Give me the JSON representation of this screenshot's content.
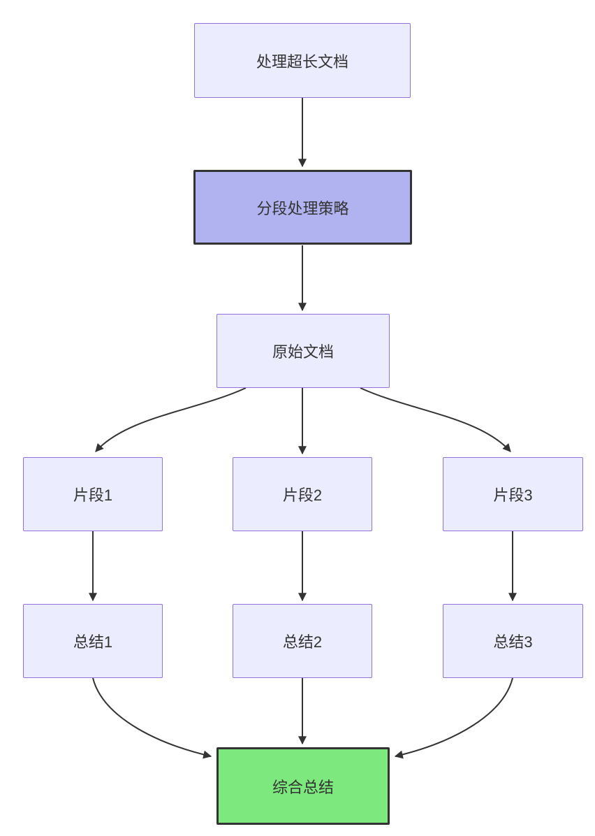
{
  "diagram": {
    "title": "long-document-processing-flowchart",
    "nodes": {
      "process_long_doc": {
        "label": "处理超长文档"
      },
      "segmentation_strategy": {
        "label": "分段处理策略"
      },
      "original_doc": {
        "label": "原始文档"
      },
      "fragment1": {
        "label": "片段1"
      },
      "fragment2": {
        "label": "片段2"
      },
      "fragment3": {
        "label": "片段3"
      },
      "summary1": {
        "label": "总结1"
      },
      "summary2": {
        "label": "总结2"
      },
      "summary3": {
        "label": "总结3"
      },
      "final_summary": {
        "label": "综合总结"
      }
    },
    "edges": [
      {
        "from": "process_long_doc",
        "to": "segmentation_strategy"
      },
      {
        "from": "segmentation_strategy",
        "to": "original_doc"
      },
      {
        "from": "original_doc",
        "to": "fragment1"
      },
      {
        "from": "original_doc",
        "to": "fragment2"
      },
      {
        "from": "original_doc",
        "to": "fragment3"
      },
      {
        "from": "fragment1",
        "to": "summary1"
      },
      {
        "from": "fragment2",
        "to": "summary2"
      },
      {
        "from": "fragment3",
        "to": "summary3"
      },
      {
        "from": "summary1",
        "to": "final_summary"
      },
      {
        "from": "summary2",
        "to": "final_summary"
      },
      {
        "from": "summary3",
        "to": "final_summary"
      }
    ],
    "colors": {
      "node_fill": "#ECECFF",
      "node_border": "#9370DB",
      "node_text": "#333333",
      "strategy_fill": "#B1B3F1",
      "strategy_border": "#333333",
      "final_fill": "#7DE87D",
      "final_border": "#333333",
      "edge": "#333333"
    }
  }
}
